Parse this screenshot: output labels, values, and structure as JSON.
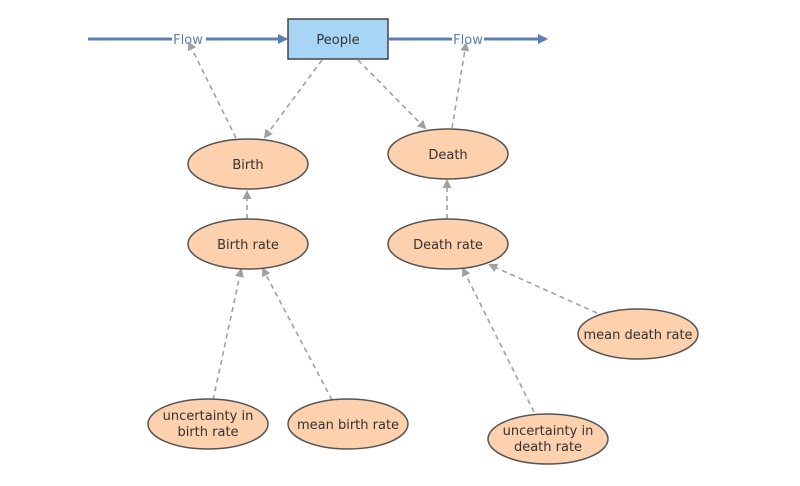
{
  "flows": {
    "inflow_label": "Flow",
    "outflow_label": "Flow",
    "line_color": "#5b7fb4"
  },
  "stock": {
    "label": "People",
    "fill": "#a8d4f6",
    "stroke": "#444444"
  },
  "nodes": {
    "birth": "Birth",
    "death": "Death",
    "birth_rate": "Birth rate",
    "death_rate": "Death rate",
    "uncertainty_birth": [
      "uncertainty in",
      "birth rate"
    ],
    "mean_birth": "mean birth rate",
    "mean_death": "mean death rate",
    "uncertainty_death": [
      "uncertainty in",
      "death rate"
    ]
  },
  "style": {
    "node_fill": "#fdd0ae",
    "node_stroke": "#555555",
    "link_color": "#a0a0a0"
  }
}
